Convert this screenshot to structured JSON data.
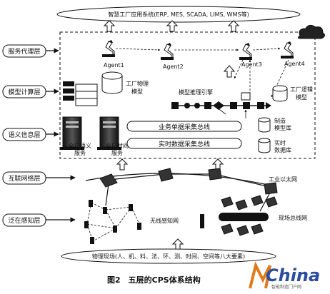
{
  "top_system": "智慧工厂应用系统(ERP, MES, SCADA, LIMS, WMS等)",
  "layers": [
    "服务代理层",
    "模型计算层",
    "语义信息层",
    "互联网络层",
    "泛在感知层"
  ],
  "agents": [
    "Agent1",
    "Agent2",
    "Agent3",
    "Agent4"
  ],
  "model_labels": {
    "physical_model": "工厂物理模型",
    "reasoning_engine": "模型推理引擎",
    "logic_model": "工厂逻辑模型"
  },
  "semantic_labels": {
    "semantic_service": "全厂语义服务",
    "time_service": "全厂时间服务",
    "business_bus": "业务单据采集总线",
    "realtime_bus": "实时数据采集总线",
    "manufacturing_db": "制造模型库",
    "realtime_db": "实时数据库"
  },
  "network_labels": {
    "industrial_ethernet": "工业以太网",
    "wireless_net": "无线感知网",
    "fieldbus": "现场总线网"
  },
  "bottom_field": "物理现场(人、机、料、法、环、测、时间、空间等八大要素)",
  "caption": "图2　五层的CPS体系结构",
  "watermark": {
    "brand": "China",
    "subtitle": "智能制造门户网"
  }
}
